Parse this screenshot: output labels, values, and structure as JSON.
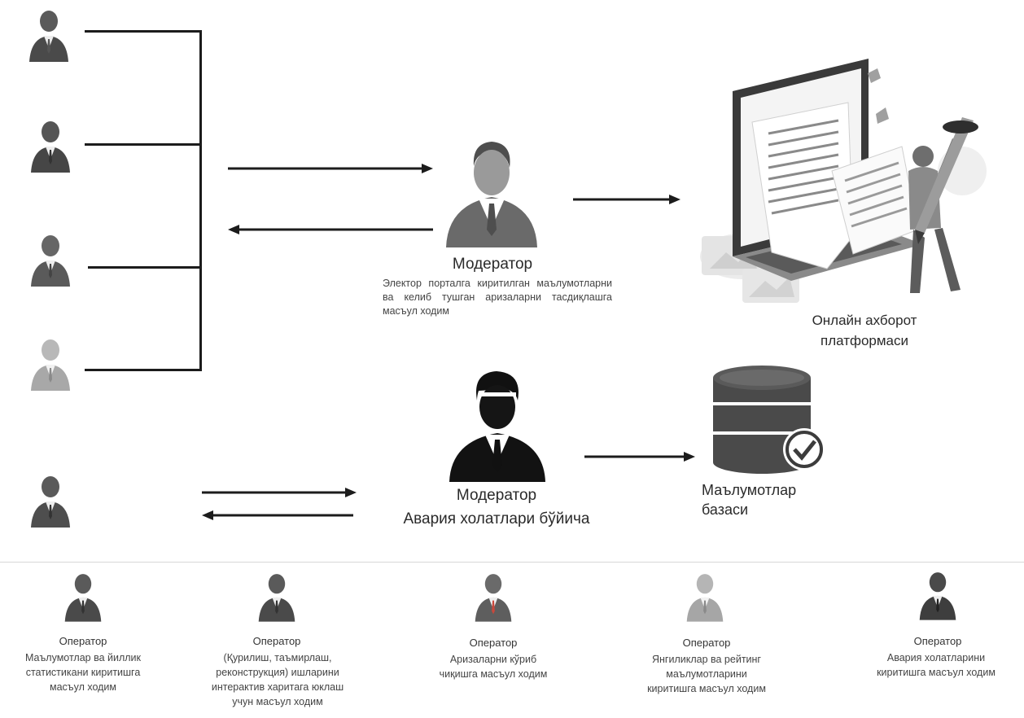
{
  "moderator_top": {
    "title": "Модератор",
    "description": "Электор порталга киритилган маълумотларни ва келиб тушган аризаларни тасдиқлашга масъул ходим"
  },
  "platform": {
    "label_line1": "Онлайн ахборот",
    "label_line2": "платформаси"
  },
  "moderator_emergency": {
    "title": "Модератор",
    "subtitle": "Авария холатлари бўйича"
  },
  "database": {
    "label_line1": "Маълумотлар",
    "label_line2": "базаси"
  },
  "operators": [
    {
      "title": "Оператор",
      "lines": [
        "Маълумотлар ва йиллик",
        "статистикани киритишга",
        "масъул ходим"
      ]
    },
    {
      "title": "Оператор",
      "lines": [
        "(Қурилиш, таъмирлаш,",
        "реконструкция) ишларини",
        "интерактив харитага юклаш",
        "учун масъул ходим"
      ]
    },
    {
      "title": "Оператор",
      "lines": [
        "Аризаларни кўриб",
        "чиқишга масъул ходим"
      ]
    },
    {
      "title": "Оператор",
      "lines": [
        "Янгиликлар ва рейтинг",
        "маълумотларини",
        "киритишга масъул ходим"
      ]
    },
    {
      "title": "Оператор",
      "lines": [
        "Авария холатларини",
        "киритишга масъул ходим"
      ]
    }
  ],
  "colors": {
    "dark_person": "#4a4a4a",
    "mid_person": "#7a7a7a",
    "light_person": "#b5b5b5",
    "suit_dark": "#3b3b3b",
    "lines": "#1c1c1c",
    "tie_red": "#c9483c"
  }
}
